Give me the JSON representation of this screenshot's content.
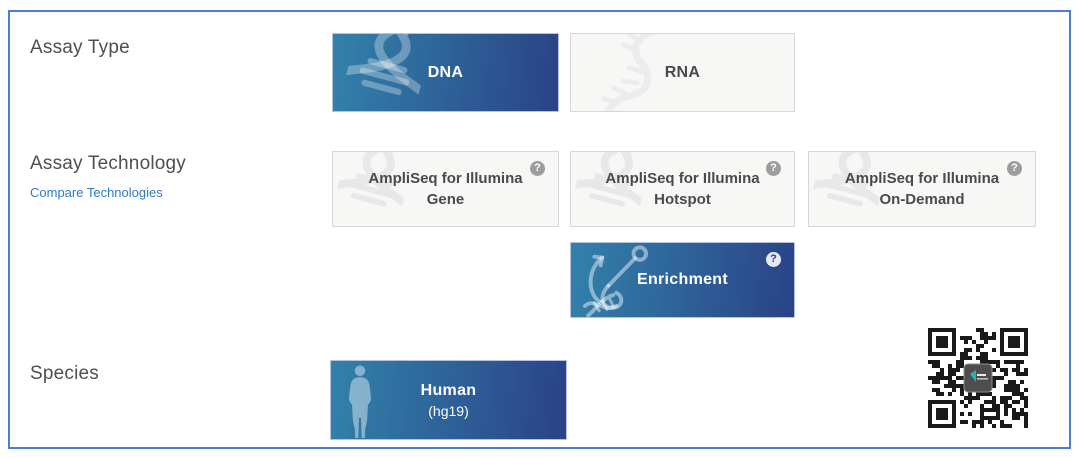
{
  "page": {
    "frame_border_color": "#4a7ed3",
    "background": "#ffffff"
  },
  "colors": {
    "selected_gradient_start": "#3282ab",
    "selected_gradient_end": "#2a4286",
    "unselected_background": "#f7f7f6",
    "unselected_border": "#d7d7d7",
    "label_text": "#4f4f4f",
    "link_text": "#3079c6",
    "selected_text": "#ffffff",
    "unselected_text": "#4a4a4a"
  },
  "help_glyph": "?",
  "rows": {
    "assay_type": {
      "label": "Assay Type",
      "options": [
        {
          "label": "DNA",
          "selected": true,
          "icon": "dna-helix"
        },
        {
          "label": "RNA",
          "selected": false,
          "icon": "rna-strand"
        }
      ]
    },
    "assay_technology": {
      "label": "Assay Technology",
      "link": "Compare Technologies",
      "options": [
        {
          "line1": "AmpliSeq for Illumina",
          "line2": "Gene",
          "selected": false,
          "help": true,
          "icon": "dna-helix"
        },
        {
          "line1": "AmpliSeq for Illumina",
          "line2": "Hotspot",
          "selected": false,
          "help": true,
          "icon": "dna-helix"
        },
        {
          "line1": "AmpliSeq for Illumina",
          "line2": "On-Demand",
          "selected": false,
          "help": true,
          "icon": "dna-helix"
        },
        {
          "label": "Enrichment",
          "selected": true,
          "help": true,
          "icon": "hook-and-dna"
        }
      ]
    },
    "species": {
      "label": "Species",
      "options": [
        {
          "label": "Human",
          "sublabel": "(hg19)",
          "selected": true,
          "icon": "human-silhouette"
        }
      ]
    }
  },
  "qr": {
    "present": true,
    "center_logo": "vendor-logo",
    "foreground": "#1a1a1a",
    "background": "#ffffff"
  }
}
